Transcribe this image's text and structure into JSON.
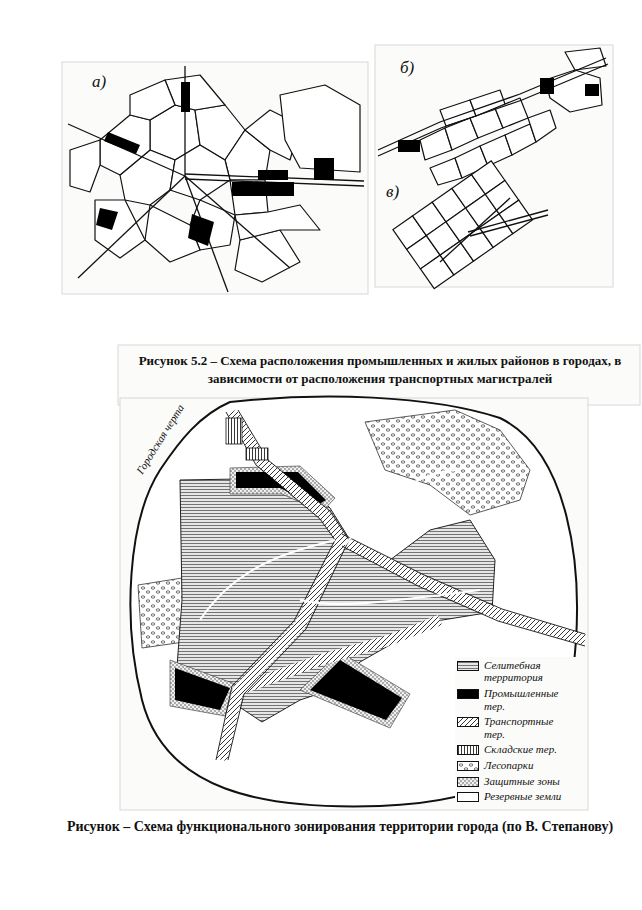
{
  "diagram": {
    "caption": "Рисунок – Схема функционального зонирования территории города (по В. Степанову)",
    "labels": [
      "а)",
      "б)",
      "в)",
      "Рисунок 5.2 – Схема расположения промышленных и жилых районов в городах, в зависимости от расположения транспортных магистралей",
      "Городская черта"
    ],
    "legend": [
      {
        "text": "Селитебная территория"
      },
      {
        "text": "Промышленные тер.",
        "color": "#000000"
      },
      {
        "text": "Транспортные тер."
      },
      {
        "text": "Складские тер."
      },
      {
        "text": "Лесопарки"
      },
      {
        "text": "Защитные зоны"
      },
      {
        "text": "Резервные земли",
        "color": "#ffffff"
      }
    ]
  }
}
